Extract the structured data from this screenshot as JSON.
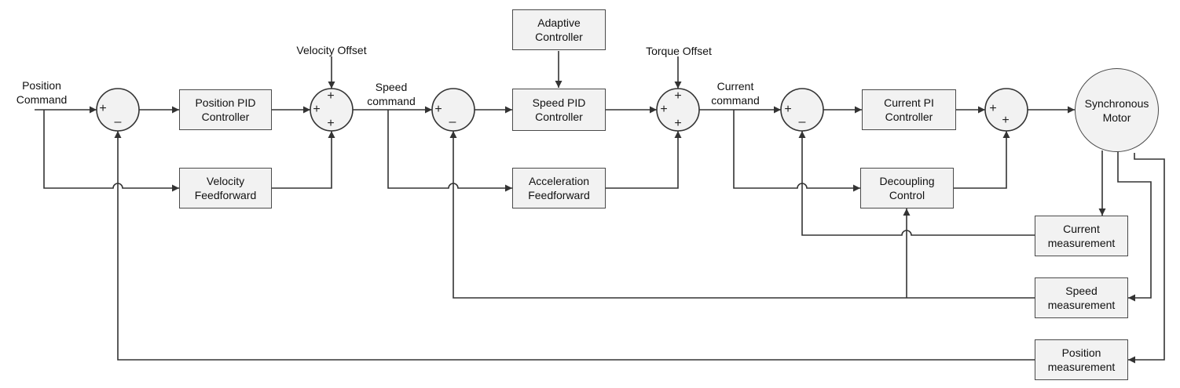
{
  "diagram": {
    "blocks": {
      "position_pid": "Position PID\nController",
      "velocity_ff": "Velocity\nFeedforward",
      "adaptive": "Adaptive\nController",
      "speed_pid": "Speed PID\nController",
      "accel_ff": "Acceleration\nFeedforward",
      "current_pi": "Current PI\nController",
      "decoupling": "Decoupling\nControl",
      "current_meas": "Current\nmeasurement",
      "speed_meas": "Speed\nmeasurement",
      "position_meas": "Position\nmeasurement",
      "motor": "Synchronous\nMotor"
    },
    "labels": {
      "position_command": "Position\nCommand",
      "velocity_offset": "Velocity Offset",
      "speed_command": "Speed\ncommand",
      "torque_offset": "Torque Offset",
      "current_command": "Current\ncommand"
    },
    "signs": {
      "plus": "+",
      "minus": "–"
    }
  }
}
